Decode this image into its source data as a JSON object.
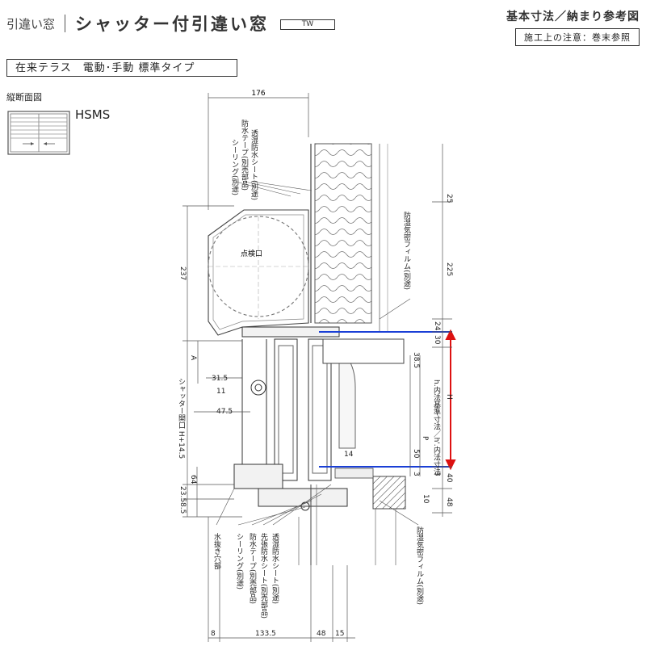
{
  "header": {
    "category": "引違い窓",
    "title": "シャッター付引違い窓",
    "series": "TW",
    "reference_title": "基本寸法／納まり参考図",
    "notice": "施工上の注意：巻末参照"
  },
  "spec": "在来テラス　電動･手動 標準タイプ",
  "section_label": "縦断面図",
  "model": "HSMS",
  "labels": {
    "inspection_port": "点検口",
    "sealing_top": "シーリング(別途)",
    "waterproof_tape_top": "防水テープ(別売部品)",
    "vapor_sheet_top": "透湿防水シート(別途)",
    "moisture_film_top": "防湿気密フィルム(別途)",
    "shutter_opening": "シャッター開口 H+14.5",
    "inner_std": "h.内法基準寸法／h'.内法寸法",
    "drain_hole": "水抜き穴部",
    "sealing_bot": "シーリング(別途)",
    "waterproof_tape_bot": "防水テープ(別売部品)",
    "pre_sheet_bot": "先張防水シート(別売部品)",
    "vapor_sheet_bot": "透湿防水シート(別途)",
    "moisture_film_bot": "防湿気密フィルム(別途)"
  },
  "dimensions": {
    "top_width": "176",
    "d25": "25",
    "d225": "225",
    "d237": "237",
    "d24": "24",
    "d30": "30",
    "d38_5": "38.5",
    "A": "A",
    "d31_5": "31.5",
    "d11": "11",
    "d47_5": "47.5",
    "H": "H",
    "P": "P",
    "d50": "50",
    "d3a": "3",
    "d14": "14",
    "d3b": "3",
    "d40": "40",
    "d10": "10",
    "d48v": "48",
    "d64": "64",
    "d23_5": "23.5",
    "d8_5": "8.5",
    "b8": "8",
    "b133_5": "133.5",
    "b48": "48",
    "b15": "15"
  }
}
